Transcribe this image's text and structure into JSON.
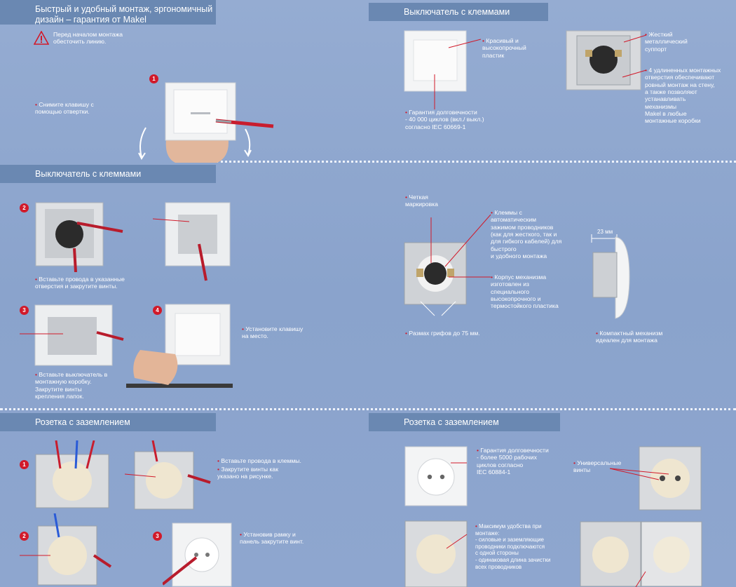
{
  "sections": {
    "tl_title": "Быстрый и удобный монтаж, эргономичный дизайн – гарантия от Makel",
    "tr_title": "Выключатель с клеммами",
    "ml_title": "Выключатель с клеммами",
    "bl_title": "Розетка с заземлением",
    "br_title": "Розетка с заземлением"
  },
  "steps": [
    "1",
    "2",
    "3",
    "4"
  ],
  "socket_steps": [
    "1",
    "2",
    "3"
  ],
  "warning": "Перед началом монтажа\nобесточить линию.",
  "texts": {
    "remove_key": "Снимите клавишу с\nпомощью отвертки.",
    "insert_wires": "Вставьте провода в указанные\nотверстия и закрутите винты.",
    "insert_switch": "Вставьте выключатель в\nмонтажную коробку.\nЗакрутите винты\nкрепления лапок.",
    "install_key": "Установите клавишу\nна место.",
    "plastic": "Красивый и\nвысокопрочный\nпластик",
    "guarantee_switch": "Гарантия долговечности\n- 40 000 циклов (вкл./ выкл.)\nсогласно  IEC 60669-1",
    "rigid_support": "Жесткий\nметаллический\nсуппорт",
    "holes": "4 удлиненных монтажных\nотверстия обеспечивают\nровный монтаж на стену,\nа также позволяют\nустанавливать\nмеханизмы\nMakel в любые\nмонтажные коробки",
    "marking": "Четкая\nмаркировка",
    "clamps": "Клеммы с\nавтоматическим\nзажимом проводников\n(как для жесткого, так и\nдля гибкого кабелей) для\nбыстрого\nи удобного монтажа",
    "body": "Корпус механизма\nизготовлен из\nспециального\nвысокопрочного и\nтермостойкого пластика",
    "span": "Размах грифов до 75 мм.",
    "depth": "23 мм",
    "compact": "Компактный механизм\nидеален для монтажа",
    "socket_wires": "Вставьте провода в клеммы.",
    "socket_screws": "Закрутите винты как\nуказано на  рисунке.",
    "socket_frame": "Установив рамку и\nпанель закрутите винт.",
    "guarantee_socket": "Гарантия долговечности\n- более 5000 рабочих\nциклов согласно\nIEC 60884-1",
    "universal": "Универсальные\nвинты",
    "max_comfort": "Максимум удобства при\nмонтаже:\n- силовые и заземляющие\nпроводники подключаются\nс одной стороны\n- одинаковая длина зачистки\nвсех проводников"
  },
  "colors": {
    "accent": "#d11a2a",
    "band": "#6a88b2",
    "bg": "#8fa7cf"
  }
}
